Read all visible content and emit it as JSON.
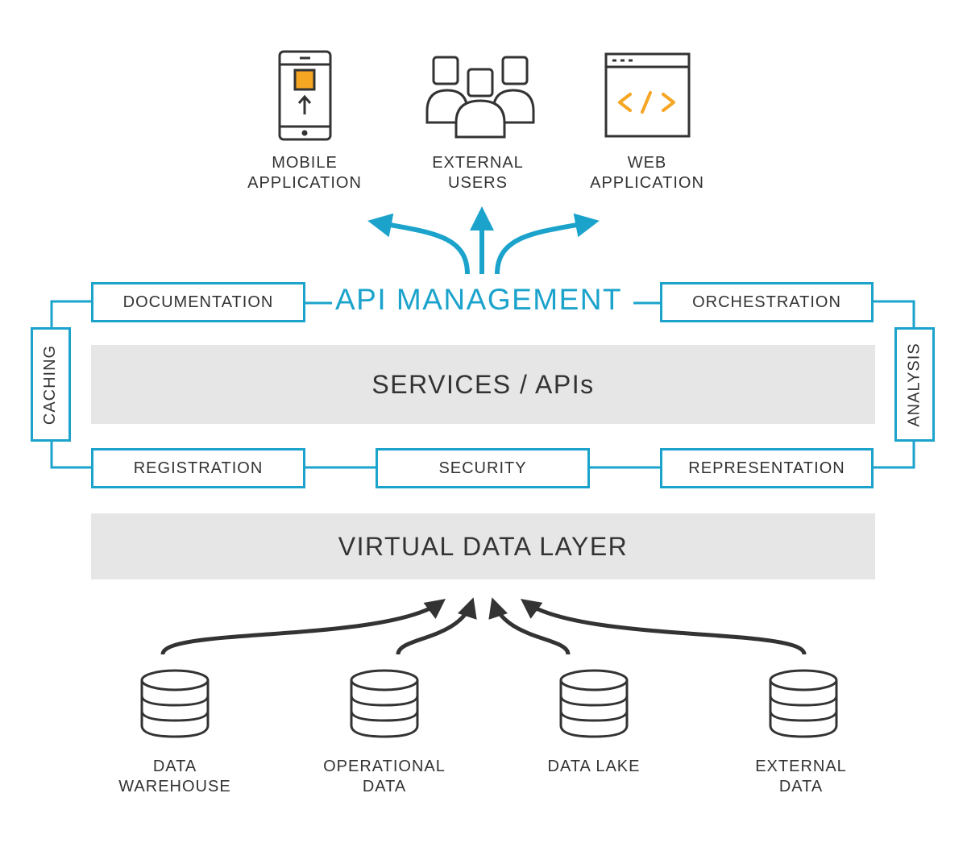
{
  "colors": {
    "accent": "#1ba3cc",
    "icon_highlight": "#f5a623",
    "band": "#e6e6e6",
    "text": "#333333"
  },
  "consumers": [
    {
      "icon": "mobile-phone-icon",
      "label_line1": "MOBILE",
      "label_line2": "APPLICATION"
    },
    {
      "icon": "users-group-icon",
      "label_line1": "EXTERNAL",
      "label_line2": "USERS"
    },
    {
      "icon": "code-window-icon",
      "label_line1": "WEB",
      "label_line2": "APPLICATION"
    }
  ],
  "api_management": {
    "title": "API MANAGEMENT",
    "documentation": "DOCUMENTATION",
    "orchestration": "ORCHESTRATION",
    "caching": "CACHING",
    "analysis": "ANALYSIS",
    "registration": "REGISTRATION",
    "security": "SECURITY",
    "representation": "REPRESENTATION"
  },
  "services_layer": "SERVICES / APIs",
  "virtual_data_layer": "VIRTUAL DATA LAYER",
  "sources": [
    {
      "icon": "database-icon",
      "label_line1": "DATA",
      "label_line2": "WAREHOUSE"
    },
    {
      "icon": "database-icon",
      "label_line1": "OPERATIONAL",
      "label_line2": "DATA"
    },
    {
      "icon": "database-icon",
      "label_line1": "DATA LAKE",
      "label_line2": ""
    },
    {
      "icon": "database-icon",
      "label_line1": "EXTERNAL",
      "label_line2": "DATA"
    }
  ]
}
